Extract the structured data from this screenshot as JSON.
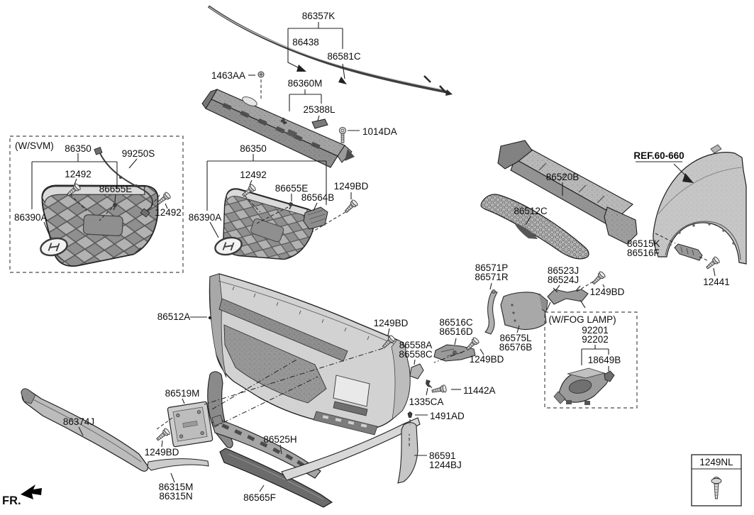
{
  "labels": {
    "top_86357K": "86357K",
    "top_86438": "86438",
    "top_86581C": "86581C",
    "top_1463AA": "1463AA",
    "top_86360M": "86360M",
    "top_25388L": "25388L",
    "top_1014DA": "1014DA",
    "svm_title": "(W/SVM)",
    "svm_86350": "86350",
    "svm_99250S": "99250S",
    "svm_12492_a": "12492",
    "svm_86655E": "86655E",
    "svm_86390A": "86390A",
    "svm_12492_b": "12492",
    "grille_86350": "86350",
    "grille_12492": "12492",
    "grille_86655E": "86655E",
    "grille_86564B": "86564B",
    "grille_1249BD": "1249BD",
    "grille_86390A": "86390A",
    "abs_86520B": "86520B",
    "lowgrille_86512C": "86512C",
    "ref_60_660": "REF.60-660",
    "fender_86515K": "86515K",
    "fender_86516F": "86516F",
    "fender_12441": "12441",
    "pillar_86571P": "86571P",
    "pillar_86571R": "86571R",
    "brkt_86523J": "86523J",
    "brkt_86524J": "86524J",
    "brkt_1249BD": "1249BD",
    "bumper_86512A": "86512A",
    "mid_1249BD": "1249BD",
    "mid_86516C": "86516C",
    "mid_86516D": "86516D",
    "mid_86558A": "86558A",
    "mid_86558C": "86558C",
    "mid_86575L": "86575L",
    "mid_86576B": "86576B",
    "mid2_1249BD": "1249BD",
    "fog_title": "(W/FOG LAMP)",
    "fog_92201": "92201",
    "fog_92202": "92202",
    "fog_18649B": "18649B",
    "mid_11442A": "11442A",
    "mid_1335CA": "1335CA",
    "mid_1491AD": "1491AD",
    "lp_86519M": "86519M",
    "trim_86374J": "86374J",
    "bl_1249BD": "1249BD",
    "trim_86315M": "86315M",
    "trim_86315N": "86315N",
    "skid_86525H": "86525H",
    "skid_86565F": "86565F",
    "mid_86591": "86591",
    "mid_1244BJ": "1244BJ",
    "box_1249NL": "1249NL",
    "fr_label": "FR."
  },
  "icons": {
    "screw_icon": "tapping-screw glyph",
    "bolt_icon": "flanged-bolt glyph",
    "push_clip_icon": "push-clip fastener glyph",
    "direction_arrow_icon": "front-direction arrow",
    "ref_arrow_icon": "reference pointer arrow"
  },
  "colors": {
    "background": "#ffffff",
    "outline": "#1c1c1c",
    "part_light": "#d2d2d2",
    "part_mid": "#a5a5a5",
    "part_dark": "#6b6b6b",
    "label_text": "#0d0d0d"
  }
}
